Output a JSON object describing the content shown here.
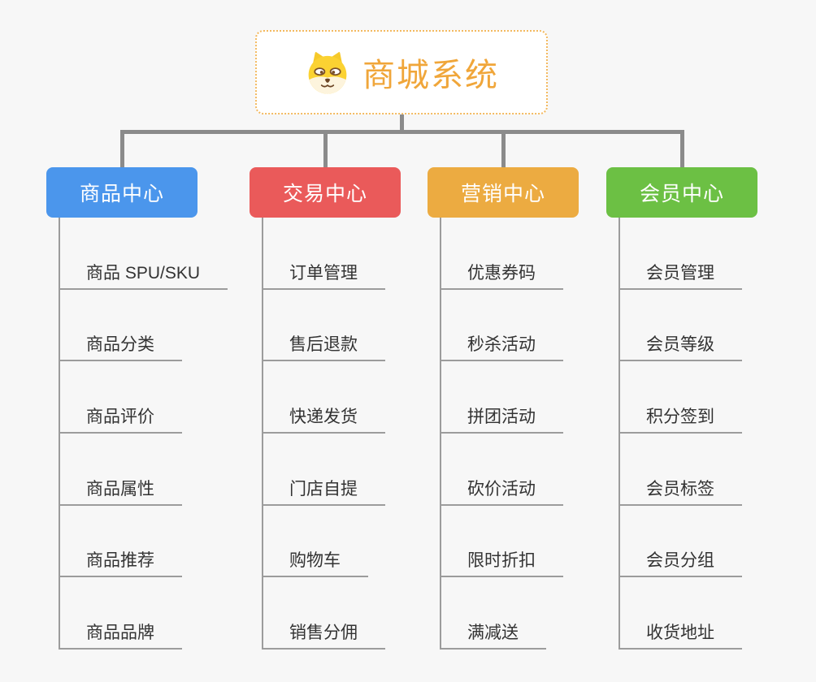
{
  "background_color": "#f7f7f7",
  "connector_color": "#8b8b8b",
  "child_line_color": "#9c9c9c",
  "root": {
    "title": "商城系统",
    "text_color": "#f0a63a",
    "border_color": "#f3b95f",
    "icon": "shiba-dog-face-icon"
  },
  "branches": [
    {
      "label": "商品中心",
      "color": "#4b96ec",
      "items": [
        "商品 SPU/SKU",
        "商品分类",
        "商品评价",
        "商品属性",
        "商品推荐",
        "商品品牌"
      ]
    },
    {
      "label": "交易中心",
      "color": "#ea5a5a",
      "items": [
        "订单管理",
        "售后退款",
        "快递发货",
        "门店自提",
        "购物车",
        "销售分佣"
      ]
    },
    {
      "label": "营销中心",
      "color": "#ecab41",
      "items": [
        "优惠券码",
        "秒杀活动",
        "拼团活动",
        "砍价活动",
        "限时折扣",
        "满减送"
      ]
    },
    {
      "label": "会员中心",
      "color": "#6cc044",
      "items": [
        "会员管理",
        "会员等级",
        "积分签到",
        "会员标签",
        "会员分组",
        "收货地址"
      ]
    }
  ]
}
